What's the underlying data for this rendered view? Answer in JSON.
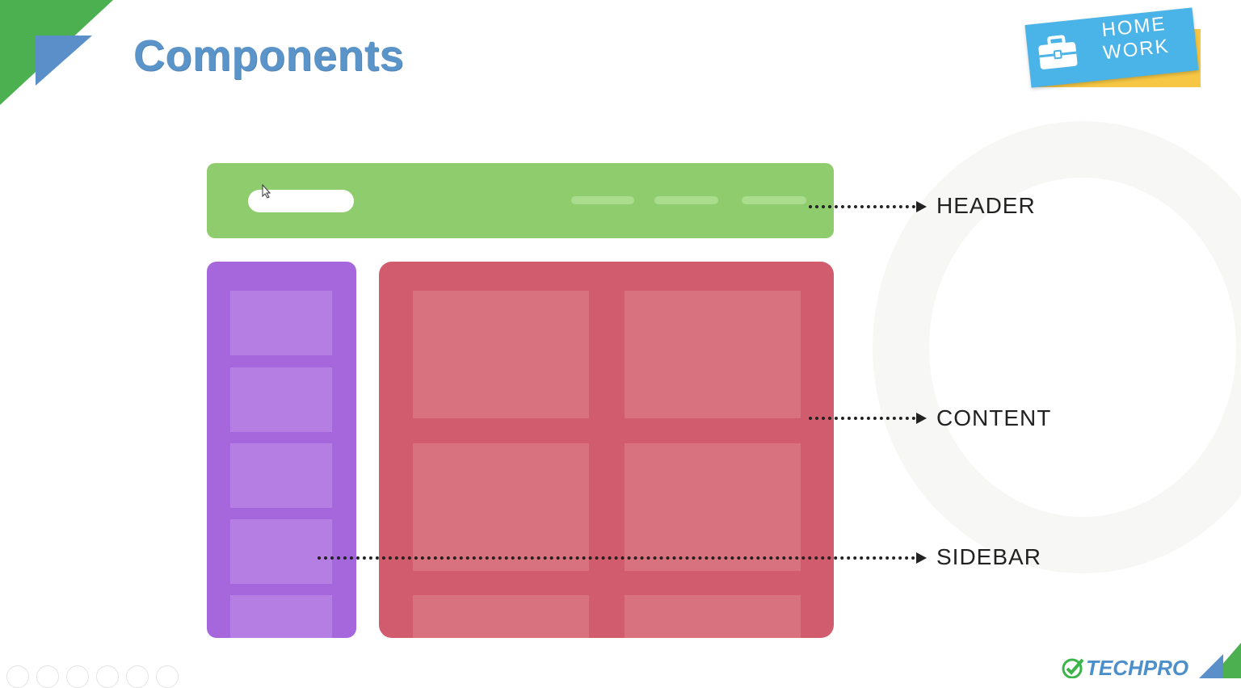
{
  "slide": {
    "title": "Components"
  },
  "badge": {
    "line1": "HOME",
    "line2": "WORK",
    "icon": "briefcase-icon"
  },
  "labels": {
    "header": "HEADER",
    "content": "CONTENT",
    "sidebar": "SIDEBAR"
  },
  "brand": {
    "name": "TECHPRO",
    "icon": "checkmark-icon"
  },
  "colors": {
    "header": "#8fcc6e",
    "sidebar": "#a666dc",
    "content": "#d15c6d",
    "title": "#5a94c9",
    "badge_blue": "#4ab3e8",
    "badge_yellow": "#f6c744"
  }
}
